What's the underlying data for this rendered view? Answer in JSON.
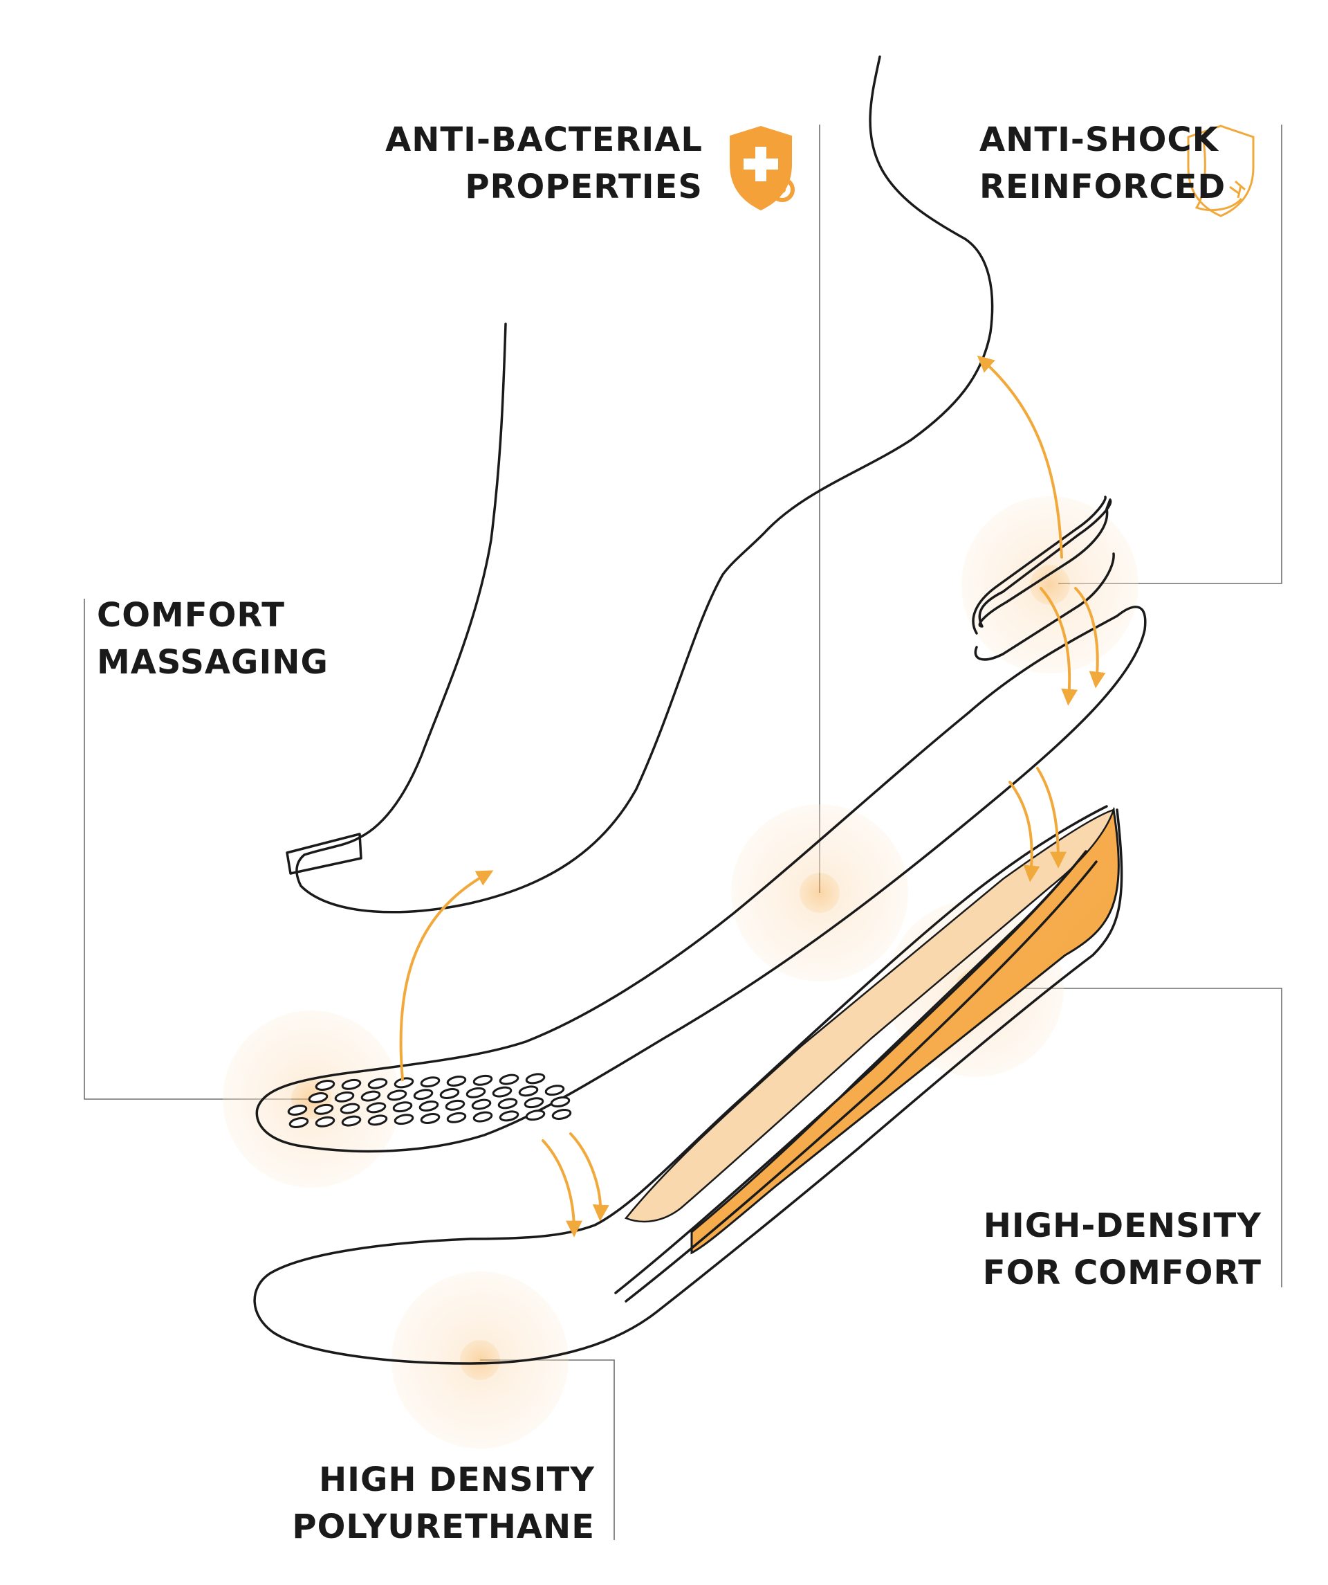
{
  "labels": {
    "anti_bacterial": {
      "line1": "ANTI-BACTERIAL",
      "line2": "PROPERTIES"
    },
    "anti_shock": {
      "line1": "ANTI-SHOCK",
      "line2": "REINFORCED"
    },
    "comfort_massaging": {
      "line1": "COMFORT",
      "line2": "MASSAGING"
    },
    "high_density_comfort": {
      "line1": "HIGH-DENSITY",
      "line2": "FOR COMFORT"
    },
    "high_density_polyurethane": {
      "line1": "HIGH DENSITY",
      "line2": "POLYURETHANE"
    }
  },
  "icons": {
    "anti_bacterial": "shield-cross-icon",
    "anti_shock": "shield-heel-icon"
  },
  "colors": {
    "accent": "#f2a93b",
    "accent_light": "#fbe3c4",
    "line": "#1a1a1a",
    "leader": "#6e6e6e"
  }
}
